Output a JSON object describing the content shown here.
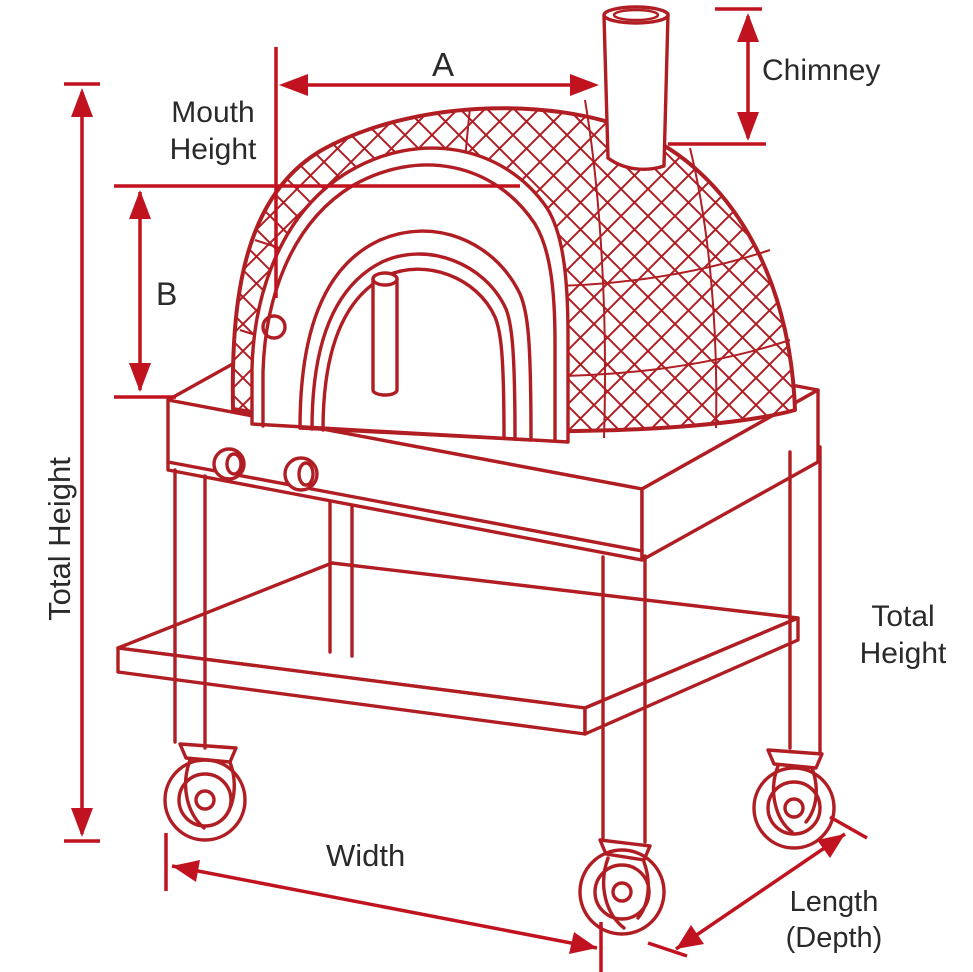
{
  "title": "Pizza oven on cart — dimension diagram",
  "colors": {
    "line_red": "#b01e23",
    "dim_red": "#c1121f",
    "label_dark": "#2b2a2a",
    "background": "#ffffff"
  },
  "labels": {
    "a": "A",
    "chimney": "Chimney",
    "mouth_height": {
      "line1": "Mouth",
      "line2": "Height"
    },
    "b": "B",
    "total_height_left": "Total Height",
    "total_height_right": {
      "line1": "Total",
      "line2": "Height"
    },
    "width": "Width",
    "length_depth": {
      "line1": "Length",
      "line2": "(Depth)"
    }
  },
  "diagram": {
    "subject": "Wood-fired pizza oven with tiled mesh dome, arched door and chimney, mounted on a two-tier cart with control knobs and swivel casters",
    "annotated_dimensions": [
      "A",
      "B",
      "Chimney",
      "Mouth Height",
      "Total Height",
      "Width",
      "Length (Depth)"
    ]
  }
}
